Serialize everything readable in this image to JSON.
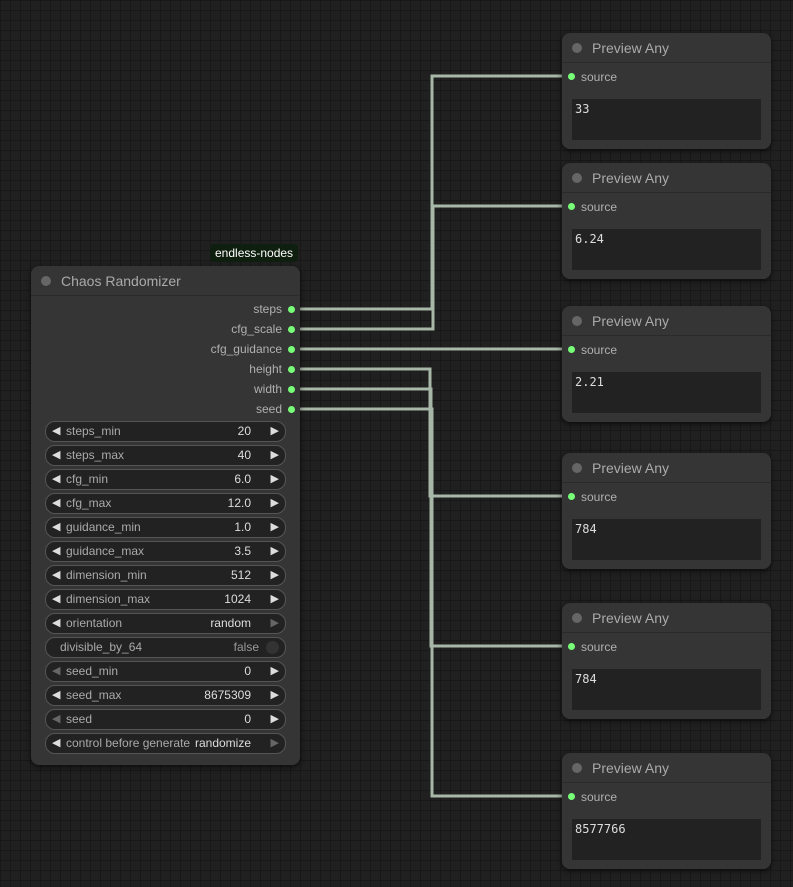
{
  "badge": "endless-nodes",
  "chaos": {
    "title": "Chaos Randomizer",
    "outputs": [
      "steps",
      "cfg_scale",
      "cfg_guidance",
      "height",
      "width",
      "seed"
    ],
    "widgets": [
      {
        "label": "steps_min",
        "value": "20",
        "type": "number"
      },
      {
        "label": "steps_max",
        "value": "40",
        "type": "number"
      },
      {
        "label": "cfg_min",
        "value": "6.0",
        "type": "number"
      },
      {
        "label": "cfg_max",
        "value": "12.0",
        "type": "number"
      },
      {
        "label": "guidance_min",
        "value": "1.0",
        "type": "number"
      },
      {
        "label": "guidance_max",
        "value": "3.5",
        "type": "number"
      },
      {
        "label": "dimension_min",
        "value": "512",
        "type": "number"
      },
      {
        "label": "dimension_max",
        "value": "1024",
        "type": "number"
      },
      {
        "label": "orientation",
        "value": "random",
        "type": "combo",
        "right_disabled": true
      },
      {
        "label": "divisible_by_64",
        "value": "false",
        "type": "toggle"
      },
      {
        "label": "seed_min",
        "value": "0",
        "type": "number",
        "left_disabled": true
      },
      {
        "label": "seed_max",
        "value": "8675309",
        "type": "number"
      },
      {
        "label": "seed",
        "value": "0",
        "type": "number",
        "left_disabled": true
      },
      {
        "label": "control before generate",
        "value": "randomize",
        "type": "combo",
        "right_disabled": true
      }
    ]
  },
  "previews": [
    {
      "title": "Preview Any",
      "input": "source",
      "value": "33"
    },
    {
      "title": "Preview Any",
      "input": "source",
      "value": "6.24"
    },
    {
      "title": "Preview Any",
      "input": "source",
      "value": "2.21"
    },
    {
      "title": "Preview Any",
      "input": "source",
      "value": "784"
    },
    {
      "title": "Preview Any",
      "input": "source",
      "value": "784"
    },
    {
      "title": "Preview Any",
      "input": "source",
      "value": "8577766"
    }
  ],
  "colors": {
    "slot": "#77ff77",
    "link": "#a8b8a8",
    "node": "#353535"
  }
}
